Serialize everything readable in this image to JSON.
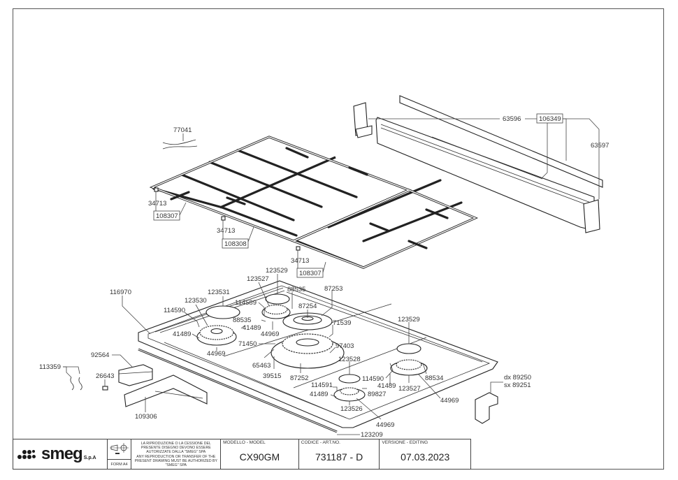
{
  "drawing": {
    "title": "Exploded parts diagram - cooktop",
    "callouts": {
      "grate_rubber_kit": "77041",
      "rubber_foot_left": "34713",
      "grate_left": "108307",
      "rubber_foot_center": "34713",
      "grate_center": "108308",
      "rubber_foot_right": "34713",
      "grate_right": "108307",
      "backguard_bracket_left": "63596",
      "backguard": "106349",
      "backguard_bracket_right": "63597",
      "cooktop_frame": "116970",
      "cap_123531": "123531",
      "burner_123530": "123530",
      "injector_114590_left": "114590",
      "nut_41489_left": "41489",
      "screw_44969_left": "44969",
      "cap_123529_top": "123529",
      "burner_123527_top": "123527",
      "injector_114589": "114589",
      "thermocouple_88535_top": "88535",
      "thermocouple_88535_left": "88535",
      "nut_41489_mid": "41489",
      "screw_44969_mid": "44969",
      "wok_cap_87253": "87253",
      "wok_cap_87254": "87254",
      "thermocouple_71539": "71539",
      "thermocouple_71450": "71450",
      "wok_burner_97403": "97403",
      "clip_65463": "65463",
      "spark_39515": "39515",
      "wok_base_87252": "87252",
      "cap_123528": "123528",
      "injector_114591": "114591",
      "nut_41489_front": "41489",
      "thermocouple_89827": "89827",
      "burner_123526": "123526",
      "screw_44969_front": "44969",
      "cap_123529_right": "123529",
      "injector_114590_right": "114590",
      "nut_41489_right": "41489",
      "burner_123527_right": "123527",
      "thermocouple_88534": "88534",
      "screw_44969_right": "44969",
      "ignition_module": "92564",
      "spring_113359": "113359",
      "clip_26643": "26643",
      "bracket_109306": "109306",
      "side_bracket_dx": "dx 89250",
      "side_bracket_sx": "sx 89251",
      "front_trim": "123209"
    }
  },
  "title_block": {
    "brand": "smeg",
    "brand_suffix": "S.p.A",
    "form": "FORM A4",
    "notice_it": "LA RIPRODUZIONE O LA CESSIONE DEL PRESENTE DISEGNO DEVONO ESSERE AUTORIZZATE DALLA \"SMEG\" SPA",
    "notice_en": "ANY REPRODUCTION OR TRANSFER OF THE PRESENT DRAWING MUST BE AUTHORIZED BY \"SMEG\" SPA",
    "model_header": "MODELLO - MODEL",
    "model_value": "CX90GM",
    "code_header": "CODICE - ART.NO.",
    "code_value": "731187 - D",
    "version_header": "VERSIONE - EDITING",
    "version_value": "07.03.2023"
  }
}
